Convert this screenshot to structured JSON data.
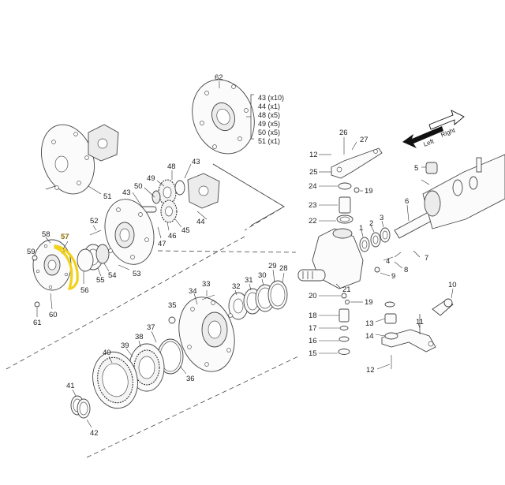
{
  "diagram": {
    "callouts": {
      "c62": "62",
      "c51": "51",
      "c49": "49",
      "c48": "48",
      "c43a": "43",
      "c43b": "43",
      "c50": "50",
      "c44": "44",
      "c45": "45",
      "c46": "46",
      "c47": "47",
      "c52": "52",
      "c53": "53",
      "c54": "54",
      "c55": "55",
      "c56": "56",
      "c57": "57",
      "c58": "58",
      "c59": "59",
      "c60": "60",
      "c61": "61",
      "c33": "33",
      "c32": "32",
      "c31": "31",
      "c30": "30",
      "c29": "29",
      "c28": "28",
      "c34": "34",
      "c35": "35",
      "c36": "36",
      "c37": "37",
      "c38": "38",
      "c39": "39",
      "c40": "40",
      "c41": "41",
      "c42": "42",
      "c26": "26",
      "c27": "27",
      "c12a": "12",
      "c25": "25",
      "c24": "24",
      "c19a": "19",
      "c23": "23",
      "c22": "22",
      "c1": "1",
      "c2": "2",
      "c3": "3",
      "c4": "4",
      "c5": "5",
      "c6": "6",
      "c7": "7",
      "c8": "8",
      "c9": "9",
      "c10": "10",
      "c11": "11",
      "c12b": "12",
      "c13": "13",
      "c14": "14",
      "c15": "15",
      "c16": "16",
      "c17": "17",
      "c18": "18",
      "c19b": "19",
      "c20": "20",
      "c21": "21"
    },
    "kit_list": [
      "43 (x10)",
      "44 (x1)",
      "48 (x5)",
      "49 (x5)",
      "50 (x5)",
      "51 (x1)"
    ],
    "direction": {
      "left": "Left",
      "right": "Right"
    },
    "highlight_color": "#f2d11a"
  }
}
